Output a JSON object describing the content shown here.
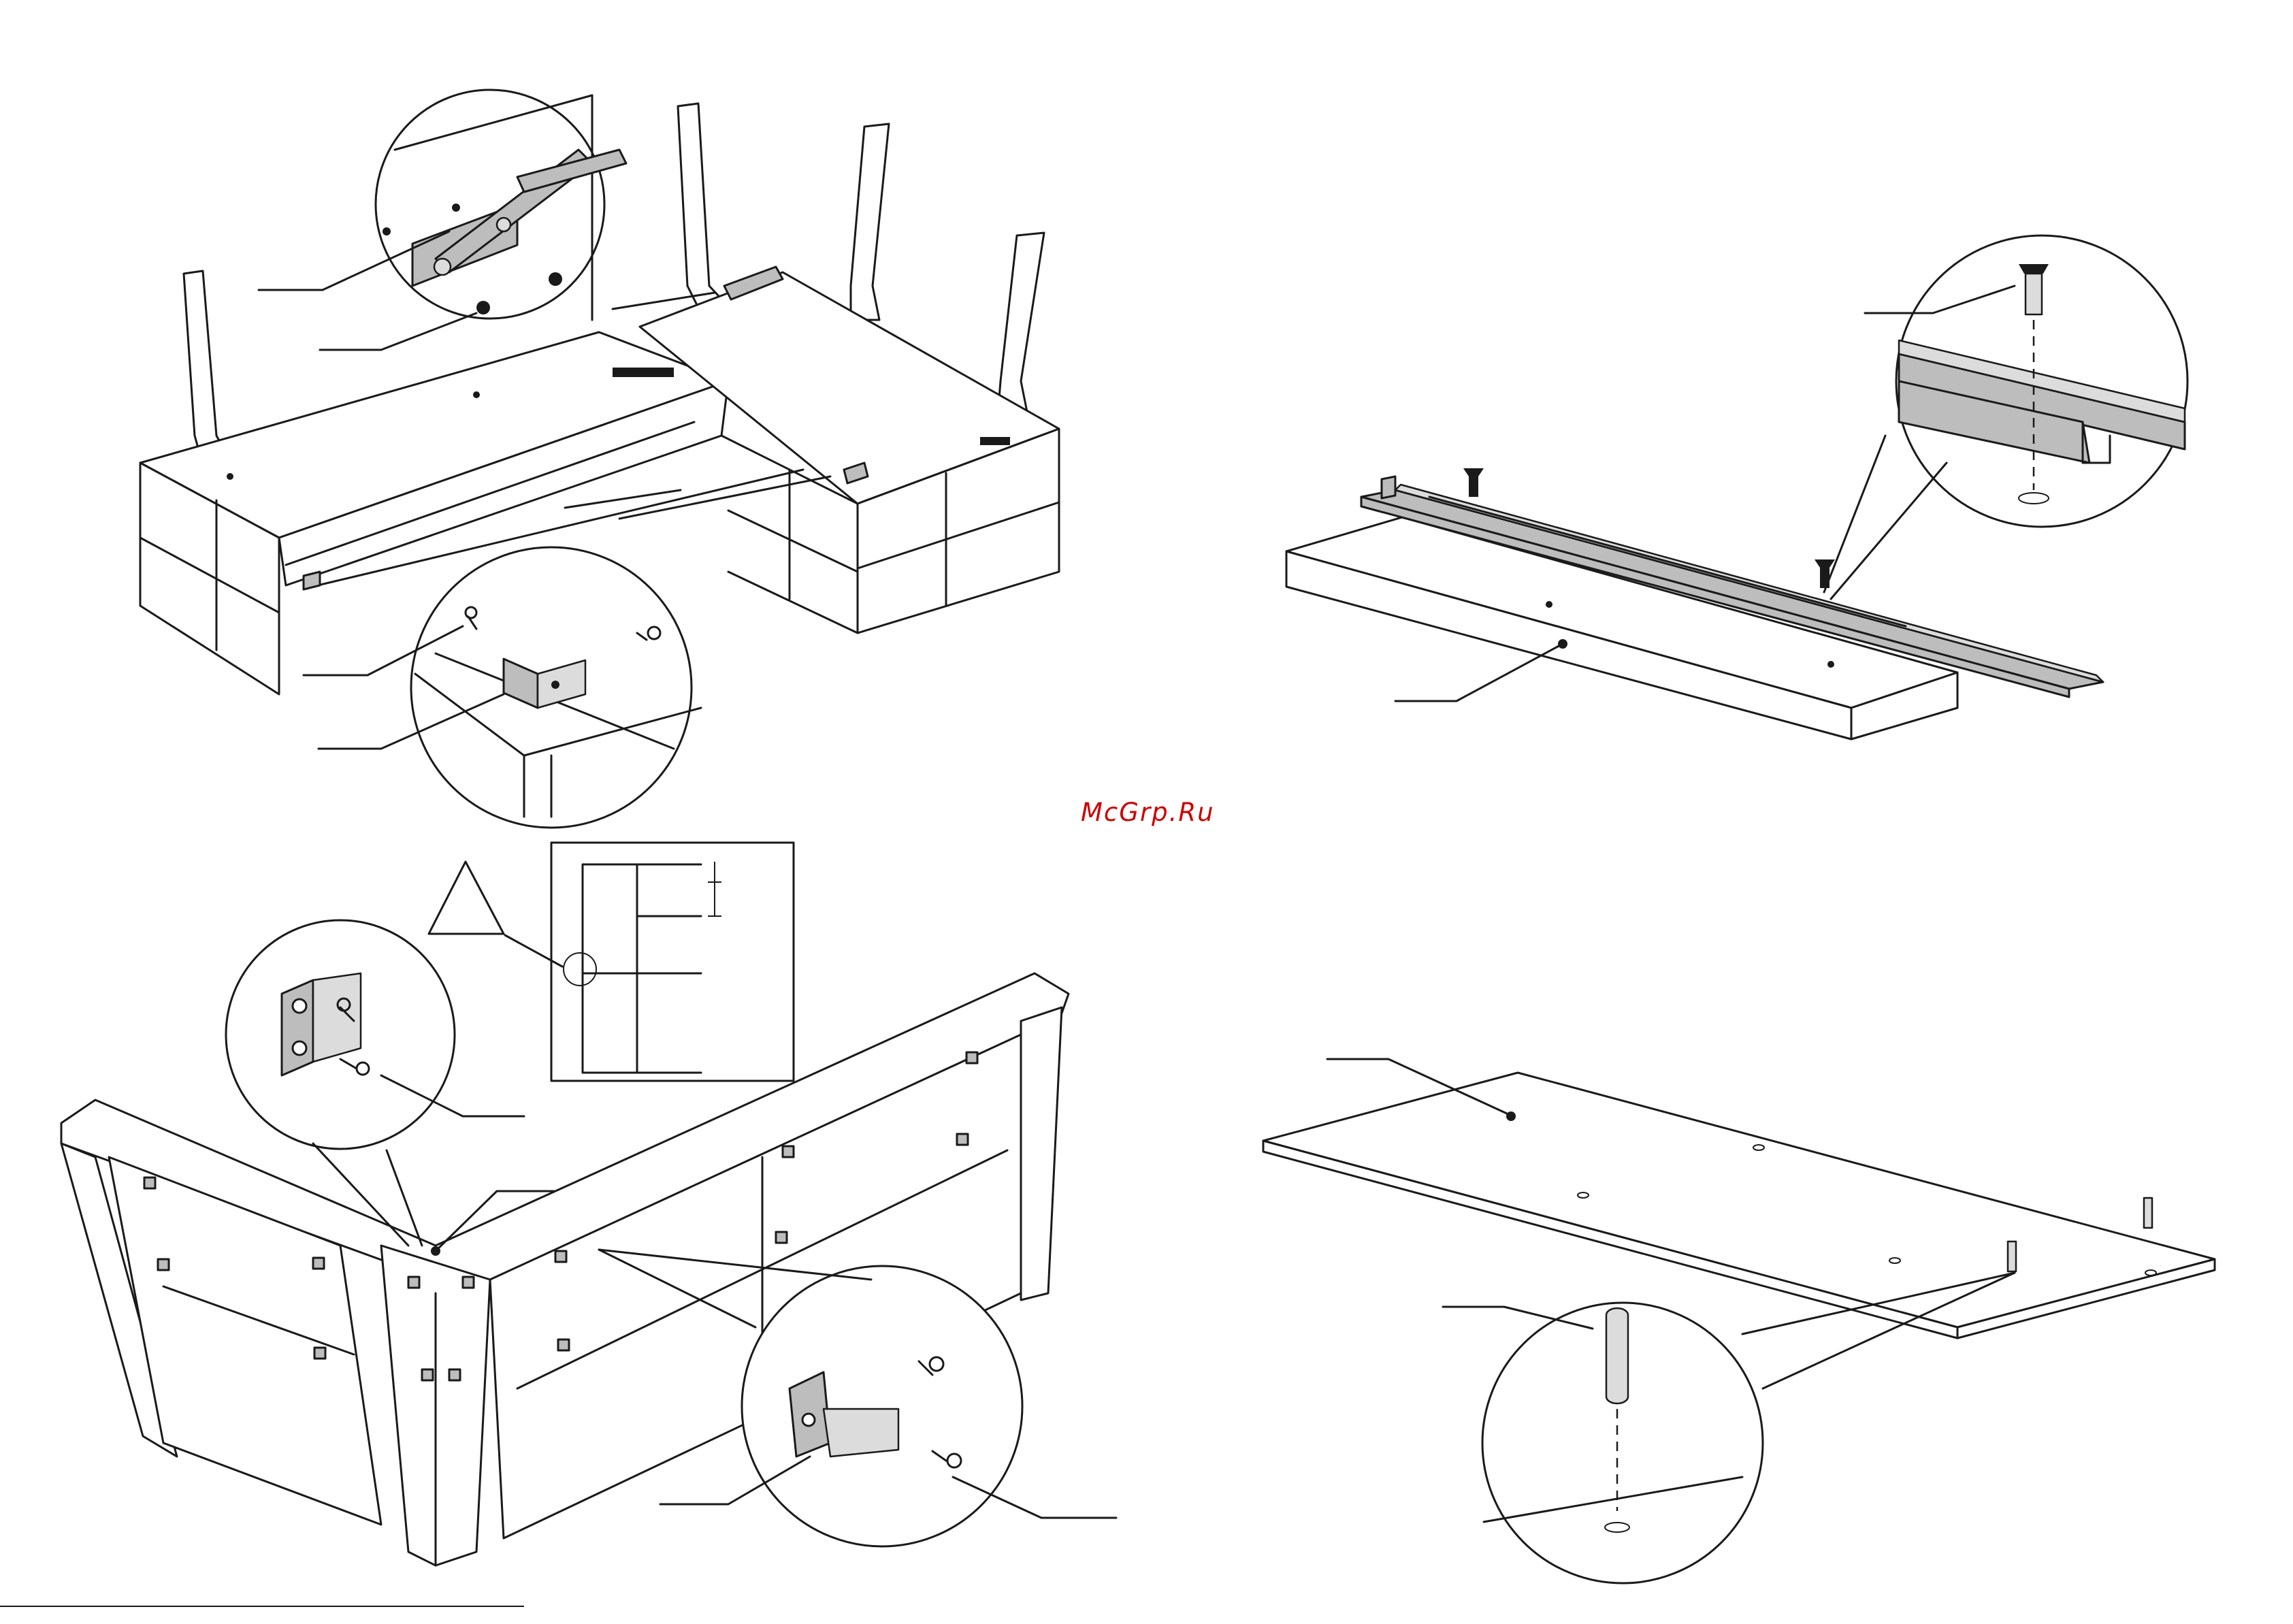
{
  "watermark": {
    "text": "McGrp.Ru",
    "color": "#cc0000"
  },
  "icons": {
    "warning": "warning-triangle-icon"
  },
  "panels": [
    {
      "id": "bench-lift-mechanism",
      "callouts": 4
    },
    {
      "id": "drawer-rail-screw",
      "callouts": 2
    },
    {
      "id": "corner-bracket-assembly",
      "callouts": 4
    },
    {
      "id": "seat-board-dowel",
      "callouts": 2
    }
  ]
}
